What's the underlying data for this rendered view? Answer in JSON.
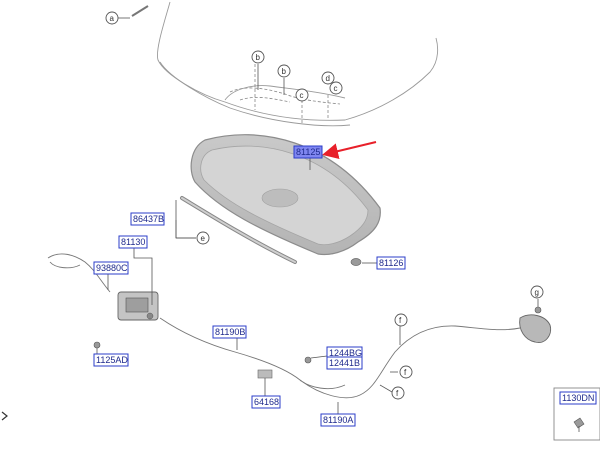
{
  "part_labels": {
    "p81125": "81125",
    "p86437b": "86437B",
    "p81130": "81130",
    "p93880c": "93880C",
    "p81126": "81126",
    "p1125ad": "1125AD",
    "p81190b": "81190B",
    "p1244bg": "1244BG",
    "p12441b": "12441B",
    "p64168": "64168",
    "p81190a": "81190A",
    "p1130dn": "1130DN"
  },
  "callouts": {
    "a": "a",
    "b1": "b",
    "b2": "b",
    "c1": "c",
    "c2": "c",
    "d": "d",
    "e": "e",
    "f1": "f",
    "f2": "f",
    "f3": "f",
    "g": "g"
  },
  "selected_part": "81125",
  "colors": {
    "label_box": "#2b3cc9",
    "highlight": "#7f86f0",
    "arrow": "#e8202a"
  }
}
